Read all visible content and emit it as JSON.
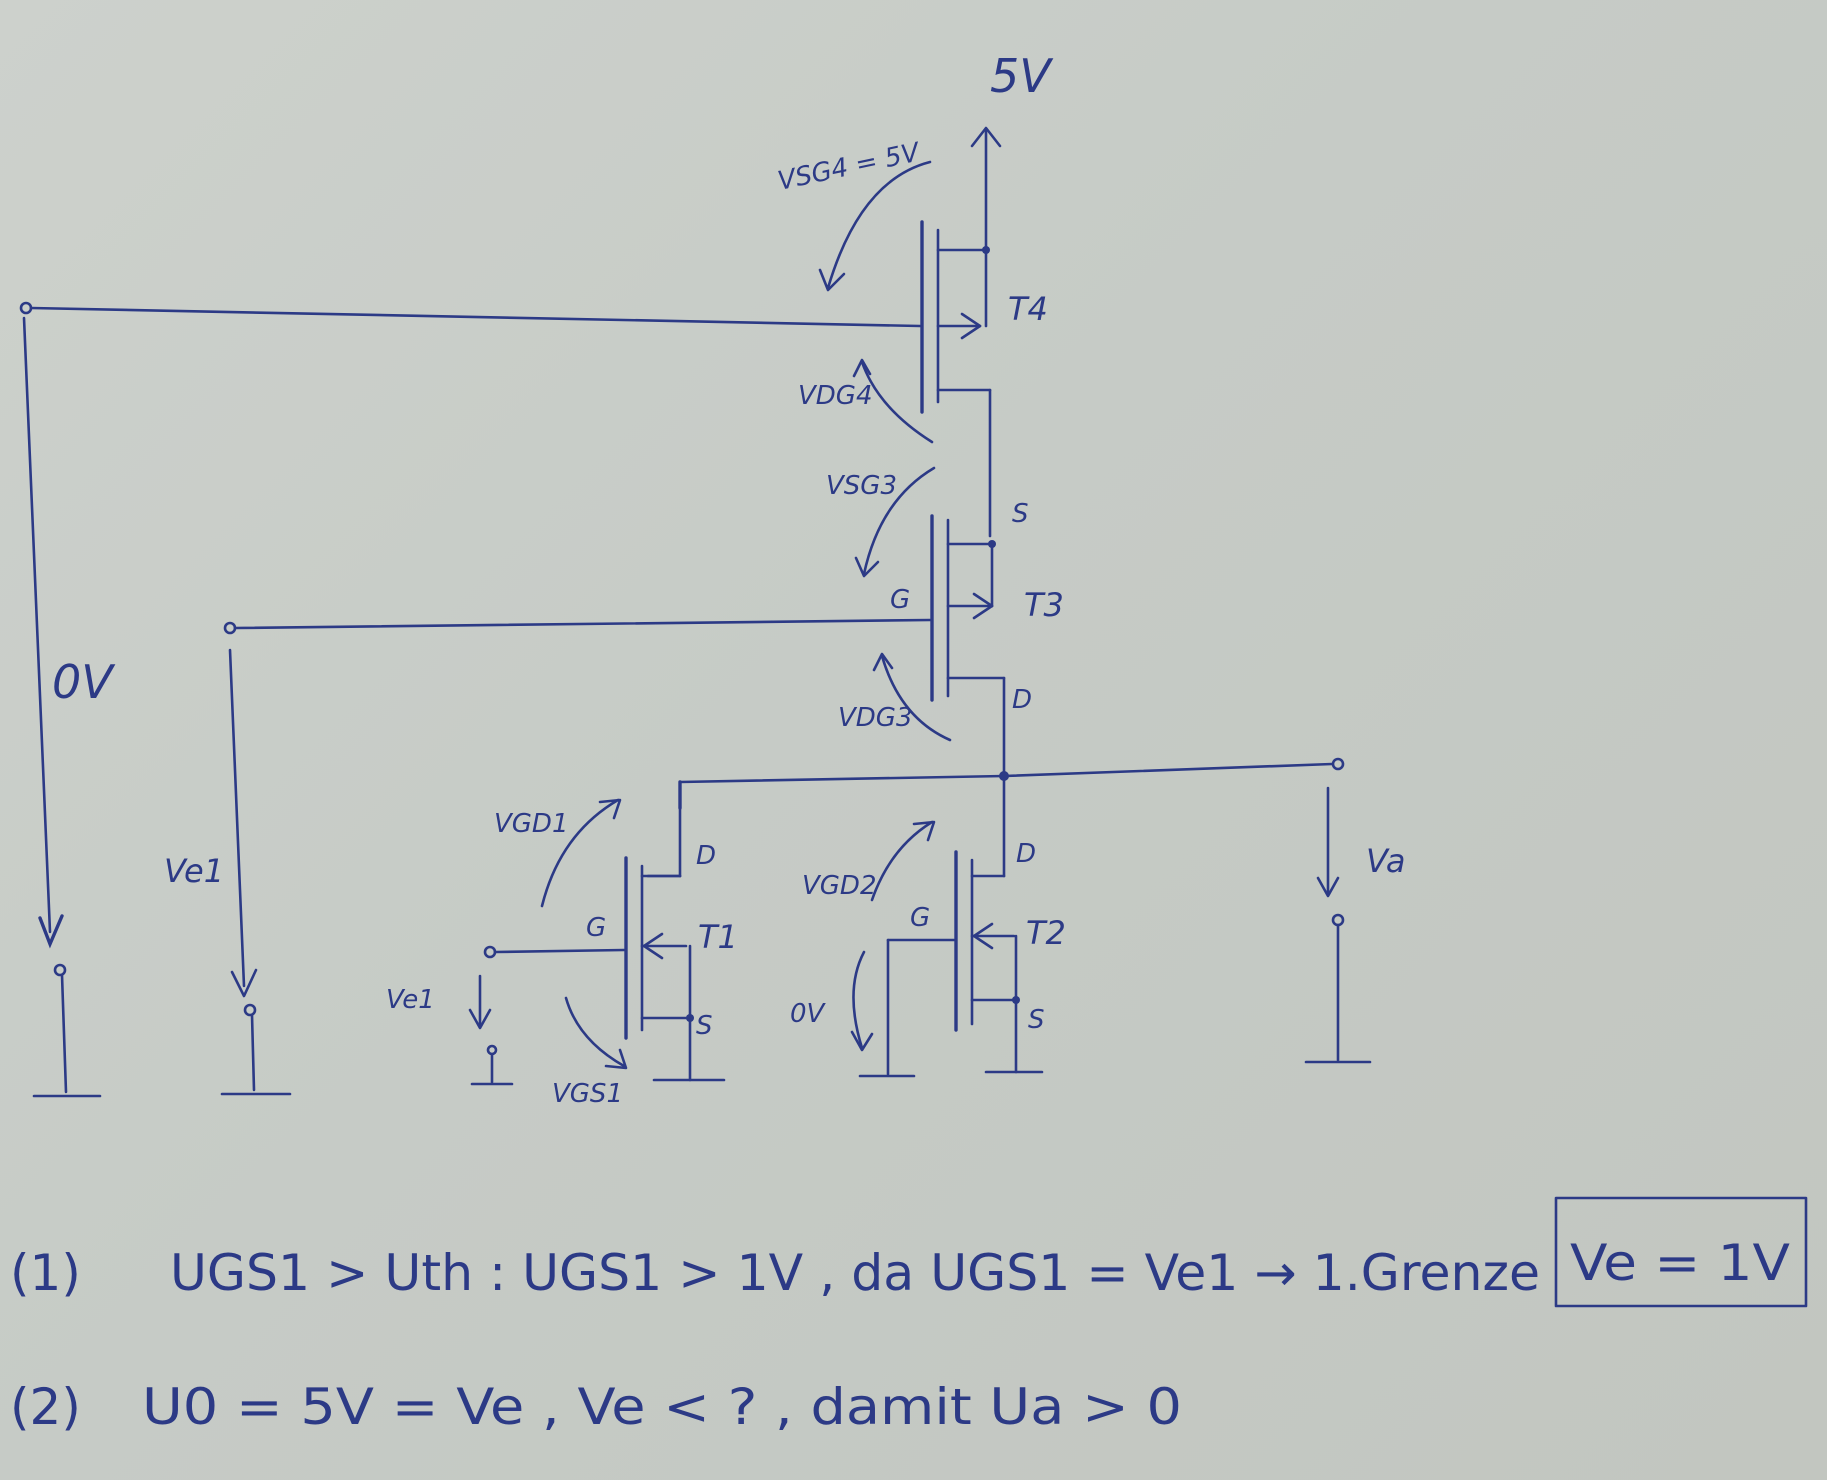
{
  "supply": {
    "label": "5V"
  },
  "transistors": {
    "t4": {
      "name": "T4",
      "vsg_label": "VSG4 = 5V",
      "vdg_label": "VDG4"
    },
    "t3": {
      "name": "T3",
      "vsg_label": "VSG3",
      "vdg_label": "VDG3",
      "gate": "G",
      "source": "S",
      "drain": "D"
    },
    "t1": {
      "name": "T1",
      "vgd_label": "VGD1",
      "vgs_label": "VGS1",
      "gate": "G",
      "drain": "D",
      "source": "S"
    },
    "t2": {
      "name": "T2",
      "vgd_label": "VGD2",
      "gate": "G",
      "drain": "D",
      "source": "S",
      "gate_voltage": "0V"
    }
  },
  "inputs": {
    "left_voltage": "0V",
    "ve1_label": "Ve1",
    "ve1_local": "Ve1"
  },
  "output": {
    "label": "Va"
  },
  "equations": {
    "line1": {
      "num": "(1)",
      "text": "UGS1 > Uth :  UGS1 > 1V ,  da UGS1 = Ve1 → 1.Grenze",
      "boxed": "Ve = 1V"
    },
    "line2": {
      "num": "(2)",
      "text": "U0 = 5V = Ve ,  Ve < ? , damit Ua > 0"
    }
  }
}
